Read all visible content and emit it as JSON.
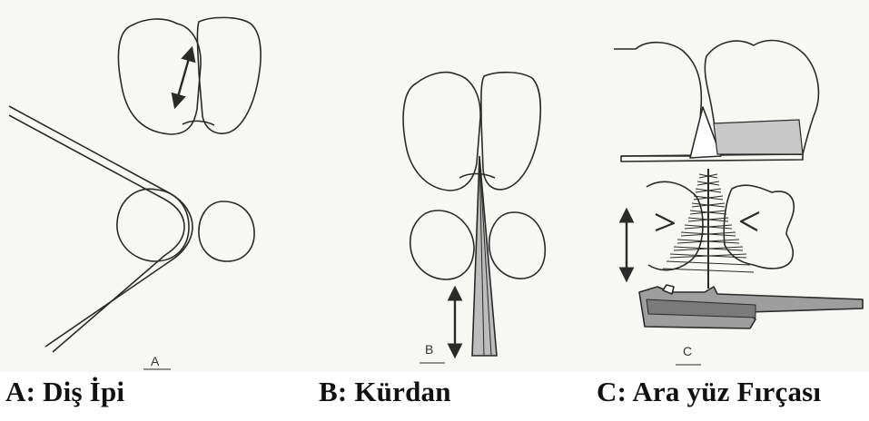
{
  "panels": [
    {
      "id": "A",
      "letter": "A",
      "caption": "A: Diş İpi"
    },
    {
      "id": "B",
      "letter": "B",
      "caption": "B: Kürdan"
    },
    {
      "id": "C",
      "letter": "C",
      "caption": "C: Ara yüz Fırçası"
    }
  ],
  "colors": {
    "ink": "#2a2a2a",
    "paper": "#f7f7f4",
    "shade": "#b5b5b5"
  }
}
